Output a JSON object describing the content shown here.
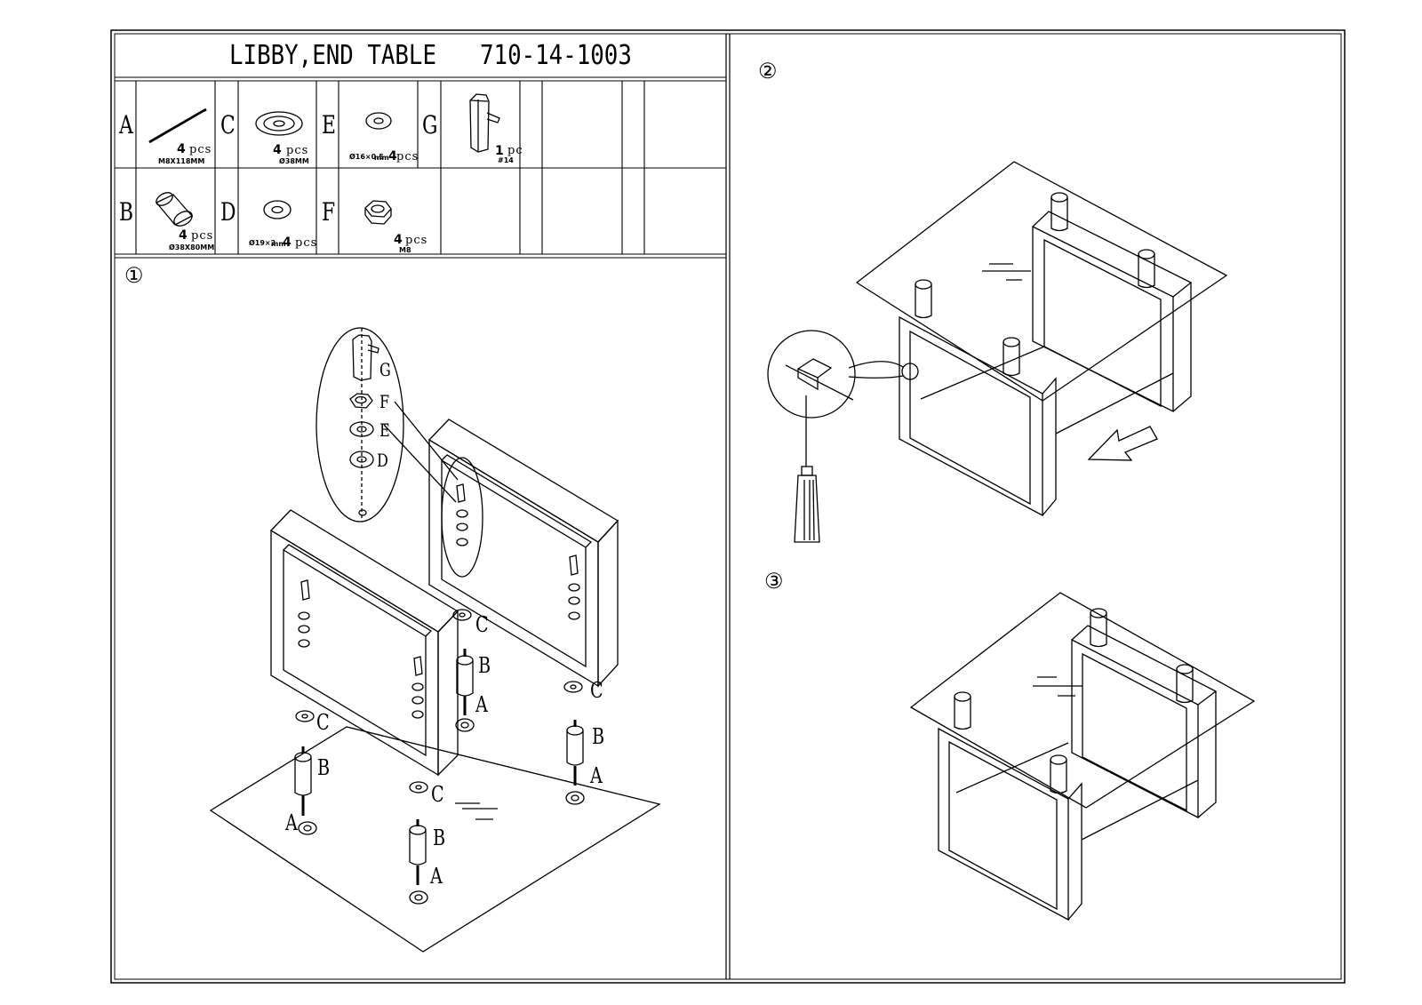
{
  "header": {
    "product": "LIBBY,END TABLE",
    "model": "710-14-1003"
  },
  "parts": [
    {
      "letter": "A",
      "qty": "4",
      "unit": "pcs",
      "spec": "M8X118MM",
      "icon": "bolt-icon"
    },
    {
      "letter": "B",
      "qty": "4",
      "unit": "pcs",
      "spec": "Ø38X80MM",
      "icon": "sleeve-icon"
    },
    {
      "letter": "C",
      "qty": "4",
      "unit": "pcs",
      "spec": "Ø38MM",
      "icon": "rubber-pad-icon"
    },
    {
      "letter": "D",
      "qty": "4",
      "unit": "pcs",
      "spec": "Ø19×2",
      "spec_unit": "mm",
      "icon": "washer-icon"
    },
    {
      "letter": "E",
      "qty": "4",
      "unit": "pcs",
      "spec": "Ø16×0.5",
      "spec_unit": "mm",
      "icon": "washer-icon"
    },
    {
      "letter": "F",
      "qty": "4",
      "unit": "pcs",
      "spec": "M8",
      "icon": "hex-nut-icon"
    },
    {
      "letter": "G",
      "qty": "1",
      "unit": "pc",
      "spec": "#14",
      "icon": "hex-wrench-icon"
    }
  ],
  "steps": {
    "step1": "①",
    "step2": "②",
    "step3": "③"
  },
  "callouts": {
    "zoom_G": "G",
    "zoom_F": "F",
    "zoom_E": "E",
    "zoom_D": "D",
    "c1": "C",
    "c2": "C",
    "c3": "C",
    "c4": "C",
    "b1": "B",
    "b2": "B",
    "b3": "B",
    "b4": "B",
    "a1": "A",
    "a2": "A",
    "a3": "A",
    "a4": "A"
  }
}
